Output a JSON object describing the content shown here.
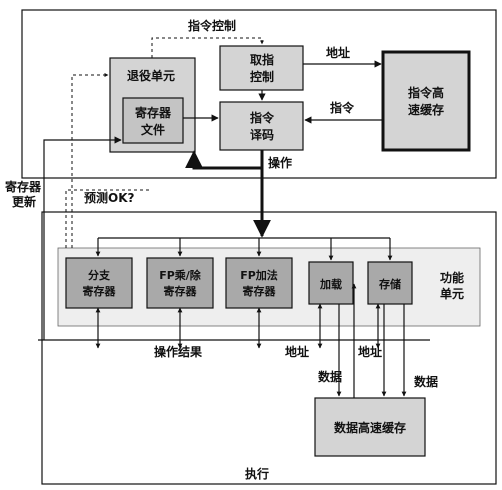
{
  "sections": {
    "control_title": "指令控制",
    "exec_title": "执行",
    "func_unit_title": [
      "功能",
      "单元"
    ]
  },
  "boxes": {
    "retire": "退役单元",
    "regfile": [
      "寄存器",
      "文件"
    ],
    "fetch": [
      "取指",
      "控制"
    ],
    "decode": [
      "指令",
      "译码"
    ],
    "icache": [
      "指令高",
      "速缓存"
    ],
    "dcache": "数据高速缓存"
  },
  "func_units": [
    [
      "分支",
      "寄存器"
    ],
    [
      "FP乘/除",
      "寄存器"
    ],
    [
      "FP加法",
      "寄存器"
    ],
    [
      "加载"
    ],
    [
      "存储"
    ]
  ],
  "labels": {
    "address_top": "地址",
    "instruction": "指令",
    "operations": "操作",
    "reg_update": [
      "寄存器",
      "更新"
    ],
    "predict_ok": "预测OK?",
    "op_results": "操作结果",
    "address_a": "地址",
    "address_b": "地址",
    "data_a": "数据",
    "data_b": "数据"
  },
  "colors": {
    "box_fill": "#d4d4d4",
    "unit_fill": "#a9a9a9",
    "line": "#111111"
  }
}
